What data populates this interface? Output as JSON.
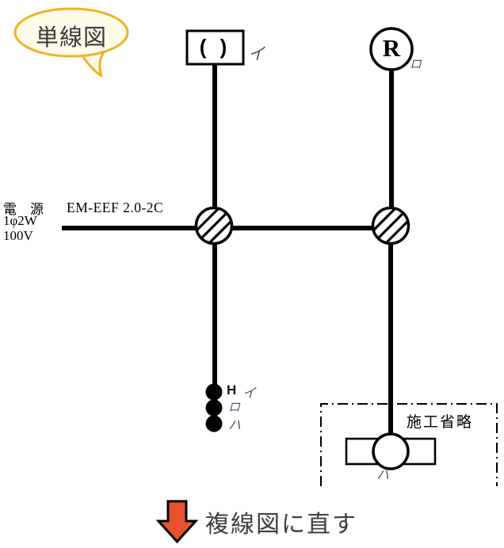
{
  "bubble": {
    "label": "単線図"
  },
  "power": {
    "line1": "電　源",
    "line2": "1φ2W",
    "line3": "100V"
  },
  "cable": {
    "label": "EM-EEF 2.0-2C"
  },
  "rosette": {
    "symbol": "( )",
    "tag": "イ"
  },
  "receptacle": {
    "symbol": "R",
    "tag": "ロ"
  },
  "switches": {
    "h_label": "H",
    "tags": [
      "イ",
      "ロ",
      "ハ"
    ]
  },
  "omitted": {
    "label": "施工省略"
  },
  "fluorescent": {
    "tag": "ハ"
  },
  "caption": {
    "label": "複線図に直す"
  },
  "colors": {
    "bubble_border": "#F0B325",
    "bubble_fill": "#FEFBE8",
    "arrow_fill": "#E8512B",
    "line_color": "#000000",
    "tag_text": "#4A5568",
    "caption_text": "#3F3F3F"
  }
}
